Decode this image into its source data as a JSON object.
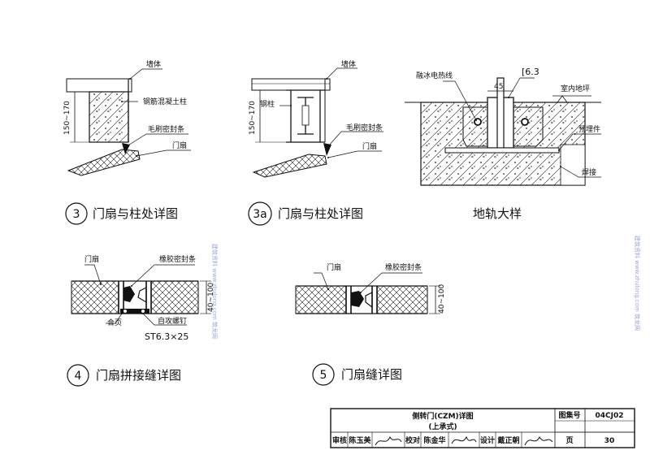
{
  "details": {
    "d3": {
      "wall": "墙体",
      "column": "钢筋混凝土柱",
      "dim": "150~170",
      "seal": "毛刷密封条",
      "door": "门扇",
      "num": "3",
      "caption": "门扇与柱处详图"
    },
    "d3a": {
      "wall": "墙体",
      "column": "钢柱",
      "dim": "150~170",
      "seal": "毛刷密封条",
      "door": "门扇",
      "num": "3a",
      "caption": "门扇与柱处详图"
    },
    "track": {
      "heating": "融冰电热线",
      "channel": "[6.3",
      "dim45": "45",
      "floor": "室内地坪",
      "embed": "预埋件",
      "weld": "焊接",
      "caption": "地轨大样"
    },
    "d4": {
      "door": "门扇",
      "seal": "橡胶密封条",
      "dim": "40~100",
      "hinge": "合页",
      "screw": "自攻螺钉",
      "screw_spec": "ST6.3×25",
      "num": "4",
      "caption": "门扇拼接缝详图"
    },
    "d5": {
      "door": "门扇",
      "seal": "橡胶密封条",
      "dim": "40~100",
      "num": "5",
      "caption": "门扇缝详图"
    }
  },
  "title_block": {
    "title_line1": "侧转门(CZM)详图",
    "title_line2": "(上承式)",
    "atlas_label": "图集号",
    "atlas_no": "04CJ02",
    "review_label": "审核",
    "reviewer": "陈玉美",
    "check_label": "校对",
    "checker": "陈金华",
    "design_label": "设计",
    "designer": "戴正朝",
    "page_label": "页",
    "page_no": "30"
  },
  "watermark": {
    "left": "建筑资料 www.zhulong.com 筑龙网",
    "right": "建筑资料 www.zhulong.com 筑龙网"
  }
}
